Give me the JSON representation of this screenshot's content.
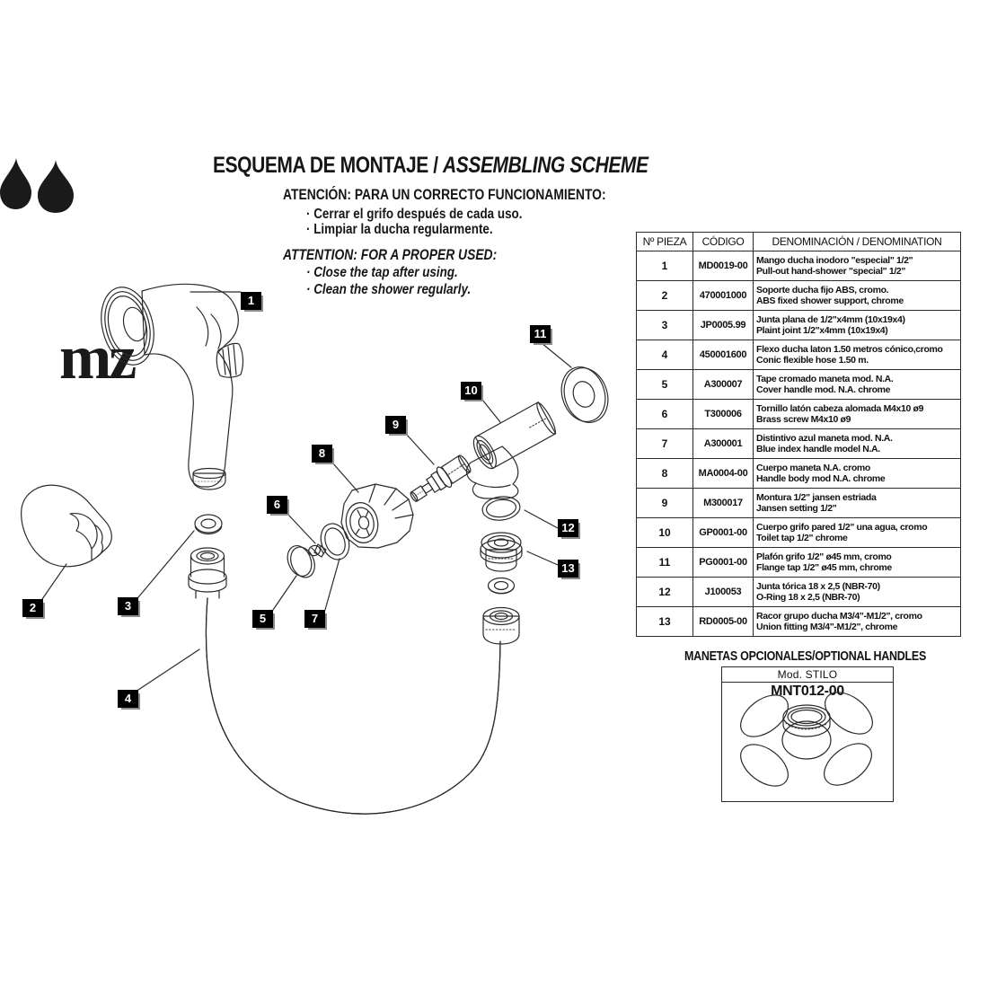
{
  "logo": {
    "brand_text": "mz",
    "icon": "two-water-drops"
  },
  "header": {
    "title_plain": "ESQUEMA DE MONTAJE / ",
    "title_italic": "ASSEMBLING SCHEME",
    "attention_es": {
      "heading": "ATENCIÓN: PARA UN CORRECTO FUNCIONAMIENTO:",
      "bullet1": "· Cerrar el grifo después de cada uso.",
      "bullet2": "· Limpiar la ducha regularmente."
    },
    "attention_en": {
      "heading": "ATTENTION: FOR A PROPER USED:",
      "bullet1": "· Close the tap after using.",
      "bullet2": "· Clean the shower regularly."
    }
  },
  "parts_table": {
    "headers": [
      "Nº PIEZA",
      "CÓDIGO",
      "DENOMINACIÓN / DENOMINATION"
    ],
    "rows": [
      {
        "num": "1",
        "code": "MD0019-00",
        "line1": "Mango ducha inodoro \"especial\" 1/2\"",
        "line2": "Pull-out hand-shower \"special\" 1/2\""
      },
      {
        "num": "2",
        "code": "470001000",
        "line1": "Soporte ducha fijo ABS, cromo.",
        "line2": "ABS fixed shower support, chrome"
      },
      {
        "num": "3",
        "code": "JP0005.99",
        "line1": "Junta plana de 1/2\"x4mm (10x19x4)",
        "line2": "Plaint joint 1/2\"x4mm (10x19x4)"
      },
      {
        "num": "4",
        "code": "450001600",
        "line1": "Flexo ducha laton 1.50 metros cónico,cromo",
        "line2": "Conic flexible hose 1.50 m."
      },
      {
        "num": "5",
        "code": "A300007",
        "line1": "Tape cromado maneta mod. N.A.",
        "line2": "Cover handle mod. N.A. chrome"
      },
      {
        "num": "6",
        "code": "T300006",
        "line1": "Tornillo latón cabeza alomada M4x10 ø9",
        "line2": "Brass screw M4x10 ø9"
      },
      {
        "num": "7",
        "code": "A300001",
        "line1": "Distintivo azul maneta mod. N.A.",
        "line2": "Blue index handle model N.A."
      },
      {
        "num": "8",
        "code": "MA0004-00",
        "line1": "Cuerpo maneta N.A. cromo",
        "line2": "Handle body mod N.A. chrome"
      },
      {
        "num": "9",
        "code": "M300017",
        "line1": "Montura 1/2\" jansen estriada",
        "line2": "Jansen setting 1/2\""
      },
      {
        "num": "10",
        "code": "GP0001-00",
        "line1": "Cuerpo grifo pared 1/2\" una agua, cromo",
        "line2": "Toilet tap 1/2\" chrome"
      },
      {
        "num": "11",
        "code": "PG0001-00",
        "line1": "Plafón grifo 1/2\" ø45 mm, cromo",
        "line2": "Flange tap 1/2\" ø45 mm, chrome"
      },
      {
        "num": "12",
        "code": "J100053",
        "line1": "Junta tórica 18 x 2,5 (NBR-70)",
        "line2": "O-Ring 18 x 2,5 (NBR-70)"
      },
      {
        "num": "13",
        "code": "RD0005-00",
        "line1": "Racor grupo ducha M3/4\"-M1/2\", cromo",
        "line2": "Union fitting M3/4\"-M1/2\", chrome"
      }
    ]
  },
  "diagram": {
    "labels": [
      {
        "n": "1"
      },
      {
        "n": "2"
      },
      {
        "n": "3"
      },
      {
        "n": "4"
      },
      {
        "n": "5"
      },
      {
        "n": "6"
      },
      {
        "n": "7"
      },
      {
        "n": "8"
      },
      {
        "n": "9"
      },
      {
        "n": "10"
      },
      {
        "n": "11"
      },
      {
        "n": "12"
      },
      {
        "n": "13"
      }
    ]
  },
  "optional_handles": {
    "title": "MANETAS OPCIONALES/OPTIONAL HANDLES",
    "model": "Mod. STILO",
    "code": "MNT012-00"
  },
  "colors": {
    "ink": "#2b2b2b",
    "label_bg": "#000000",
    "label_text": "#ffffff",
    "label_shadow": "#8c8c8c"
  }
}
